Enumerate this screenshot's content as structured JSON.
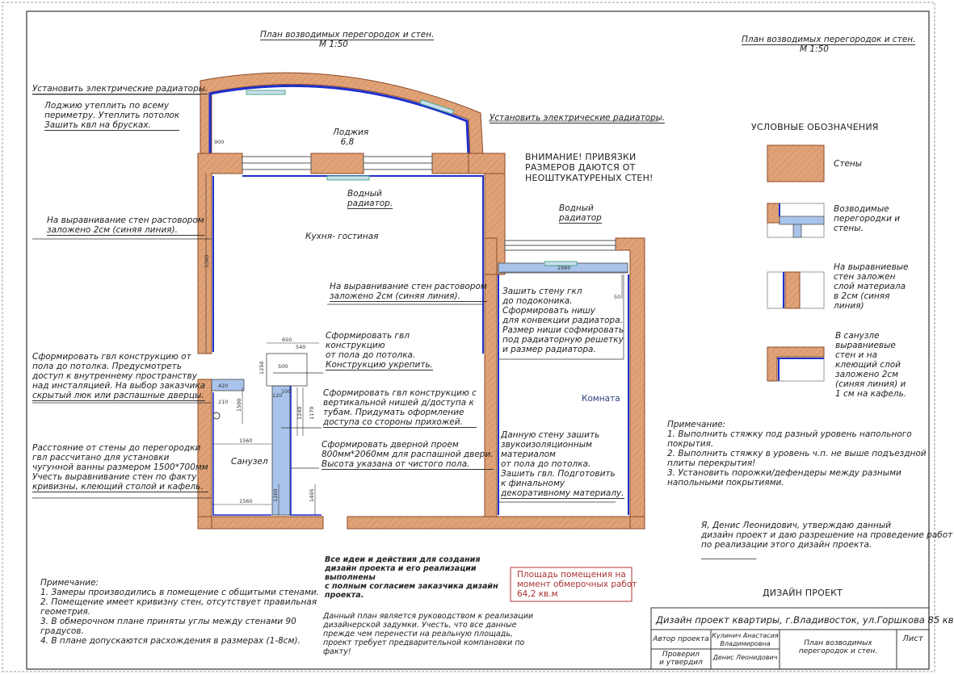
{
  "header": {
    "plan_title": "План возводимых перегородок и стен.",
    "plan_scale": "М 1:50",
    "plan_title_right": "План возводимых перегородок и стен.",
    "plan_scale_right": "М 1:50"
  },
  "plan": {
    "loggia_name": "Лоджия",
    "loggia_area": "6,8",
    "kitchen_name": "Кухня- гостиная",
    "bathroom_name": "Санузел",
    "room_name": "Комната",
    "warning": [
      "ВНИМАНИЕ! ПРИВЯЗКИ",
      "РАЗМЕРОВ ДАЮТСЯ ОТ",
      "НЕОШТУКАТУРЕНЫХ СТЕН!"
    ],
    "water_radiator_1": [
      "Водный",
      "радиатор."
    ],
    "water_radiator_2": [
      "Водный",
      "радиатор"
    ],
    "dims": {
      "d900": "900",
      "d3380": "3380",
      "d2980": "2980",
      "d50": "50",
      "d650": "650",
      "d540": "540",
      "d500": "500",
      "d1250": "1250",
      "d120": "120",
      "d100": "100",
      "d1240": "1240",
      "d1170": "1170",
      "d420": "420",
      "d210": "210",
      "d1500": "1500",
      "d1560": "1560",
      "d1560b": "1560",
      "d1260": "1260",
      "d1405": "1405"
    }
  },
  "notes": {
    "elec_radiators_left": "Установить электрические радиаторы.",
    "loggia_insulate": [
      "Лоджию утеплить по всему",
      "периметру. Утеплить потолок",
      "Зашить квл на брусках."
    ],
    "elec_radiators_right": "Установить электрические радиаторы.",
    "plaster_left": [
      "На выравнивание стен растовором",
      "заложено 2см (синяя линия)."
    ],
    "plaster_center": [
      "На выравнивание стен растовором",
      "заложено 2см (синяя линия)."
    ],
    "gkl_access": [
      "Сформировать гвл конструкцию от",
      "пола до потолка. Предусмотреть",
      "доступ к внутреннему пространству",
      "над инсталяцией. На выбор заказчика",
      "скрытый люк или распашные дверцы."
    ],
    "bath_distance": [
      "Расстояние от стены до перегородки",
      "гвл рассчитано для установки",
      "чугунной ванны размером 1500*700мм",
      "Учесть выравнивание стен по факту",
      "кривизны, клеющий столой и кафель."
    ],
    "gvl_ceiling": [
      "Сформировать гвл",
      "конструкцию",
      "от пола до потолка.",
      "Конструкцию укрепить."
    ],
    "gkl_niche": [
      "Сформировать гвл конструкцию с",
      "вертикальной нишей д/доступа к",
      "тубам. Придумать оформление",
      "доступа со стороны прихожей."
    ],
    "door_opening": [
      "Сформировать дверной проем",
      "800мм*2060мм для распашной двери.",
      "Высота указана от чистого пола."
    ],
    "sew_wall": [
      "Зашить стену гкл",
      "до подоконика.",
      "Сформировать нишу",
      "для конвекции радиатора.",
      "Размер ниши софмировать",
      "под радиаторную решетку",
      "и размер радиатора."
    ],
    "soundproof": [
      "Данную стену зашить",
      "звукоизоляционным",
      "материалом",
      "от пола до потолка.",
      "Зашить гвл. Подготовить",
      "к финальному",
      "декоративному материалу."
    ]
  },
  "legend": {
    "title": "УСЛОВНЫЕ ОБОЗНАЧЕНИЯ",
    "walls": "Стены",
    "partitions": [
      "Возводимые",
      "перегородки и",
      "стены."
    ],
    "plaster": [
      "На выравниевые",
      "стен заложен",
      "слой материала",
      "в 2см (синяя",
      "линия)"
    ],
    "bathroom_layer": [
      "В санузле",
      "выравниевые",
      "стен и на",
      "клеющий слой",
      "заложено 2см",
      "(синяя линия) и",
      "1 см на кафель."
    ]
  },
  "remarks_right": {
    "title": "Примечание:",
    "items": [
      "1. Выполнить стяжку под разный уровень напольного",
      "покрытия.",
      "2. Выполнить стяжку в уровень ч.п. не выше подъездной",
      "плиты перекрытия!",
      "3. Установить порожки/дефендеры между разными",
      "напольными покрытиями."
    ]
  },
  "approval": {
    "line1": "Я,              Денис Леонидович, утверждаю данный",
    "line2": "дизайн проект и даю разрешение на проведение работ",
    "line3": "по реализации этого дизайн проекта.",
    "line4": "_____________"
  },
  "remarks_left": {
    "title": "Примечание:",
    "items": [
      "1. Замеры производились в помещение с общитыми стенами.",
      "2. Помещение имеет кривизну стен, отсутствует правильная",
      "геометрия.",
      "3. В обмерочном плане приняты углы между стенами 90",
      "градусов.",
      "4. В плане допускаются расхождения в размерах (1-8см)."
    ]
  },
  "center_notes": {
    "ideas": [
      "Все идеи и действия для создания",
      "дизайн проекта и его реализации",
      "выполнены",
      "с полным согласием заказчика дизайн",
      "проекта."
    ],
    "guide": [
      "Данный план является руководством к реализации",
      "дизайнерской задумки. Учесть, что все данные",
      "прежде чем   перенести на реальную площадь,",
      "проект требует предварительной компановки по",
      "факту!"
    ]
  },
  "area_box": [
    "Площадь помещения на",
    "момент обмерочных работ",
    "64,2 кв.м"
  ],
  "stamp": {
    "design_project": "ДИЗАЙН ПРОЕКТ",
    "project_name": "Дизайн проект квартиры, г.Владивосток, ул.Горшкова 85 кв",
    "author_label": "Автор проекта",
    "author_name": [
      "Кулинич Анастасия",
      "Владимировна"
    ],
    "checked_label": [
      "Проверил",
      "и утвердил"
    ],
    "checked_name": "Денис Леонидович",
    "sheet_title": [
      "План возводимых",
      "перегородок и стен."
    ],
    "sheet_label": "Лист"
  },
  "colors": {
    "wall": "#e0a277",
    "wall_stroke": "#8a4a2a",
    "finish_line": "#1e2fcc",
    "partition": "#a9c3ea",
    "area_border": "#b03030"
  }
}
